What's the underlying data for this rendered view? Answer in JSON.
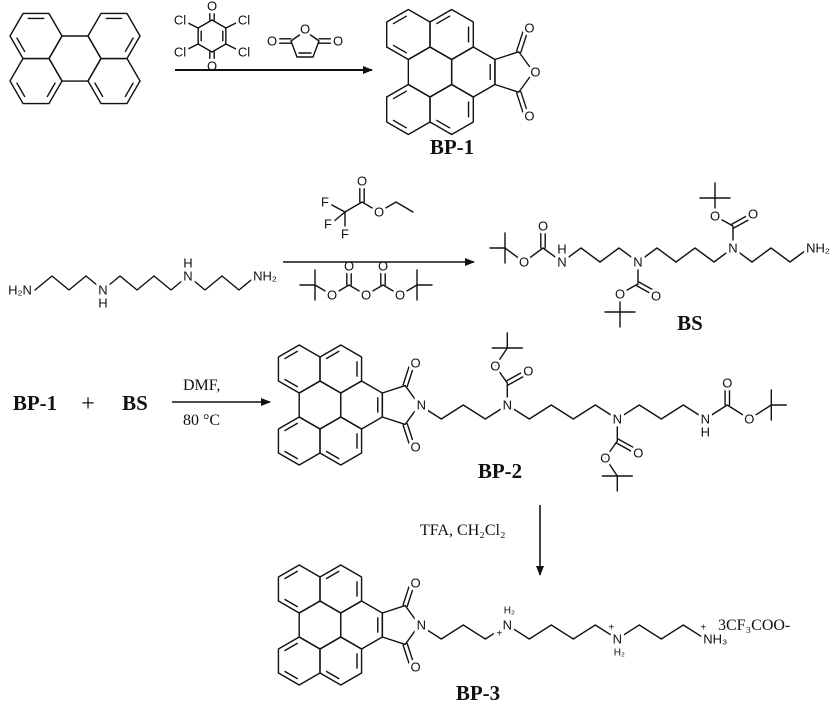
{
  "compounds": {
    "bp1": "BP-1",
    "bs": "BS",
    "bp2": "BP-2",
    "bp3": "BP-3"
  },
  "row3": {
    "reactant1": "BP-1",
    "plus": "+",
    "reactant2": "BS"
  },
  "conditions": {
    "step3_solvent": "DMF,",
    "step3_temp": "80 °C",
    "step4": "TFA, CH₂Cl₂"
  },
  "counterion": "3CF₃COO-",
  "atoms": {
    "O": "O",
    "Cl": "Cl",
    "F": "F",
    "N": "N",
    "H": "H",
    "H2N": "H₂N",
    "NH2": "NH₂",
    "NH3": "NH₃",
    "H2": "H₂",
    "plus": "+"
  }
}
